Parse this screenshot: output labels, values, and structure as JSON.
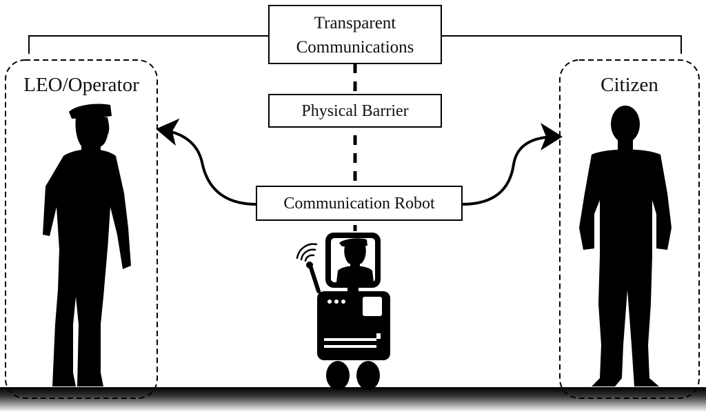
{
  "labels": {
    "transparent_line1": "Transparent",
    "transparent_line2": "Communications",
    "physical_barrier": "Physical Barrier",
    "communication_robot": "Communication Robot",
    "operator": "LEO/Operator",
    "citizen": "Citizen"
  },
  "colors": {
    "ink": "#000000",
    "background": "#ffffff",
    "ground_top": "#000000",
    "ground_bottom": "#ffffff"
  },
  "icons": [
    "police-officer-silhouette",
    "citizen-silhouette",
    "communication-robot",
    "wifi-signal-icon"
  ]
}
